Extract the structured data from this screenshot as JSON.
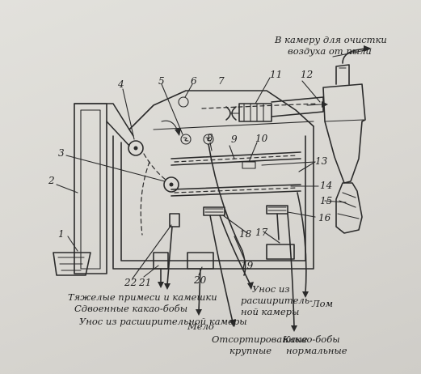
{
  "numbers": {
    "n1": "1",
    "n2": "2",
    "n3": "3",
    "n4": "4",
    "n5": "5",
    "n6": "6",
    "n7": "7",
    "n8": "8",
    "n9": "9",
    "n10": "10",
    "n11": "11",
    "n12": "12",
    "n13": "13",
    "n14": "14",
    "n15": "15",
    "n16": "16",
    "n17": "17",
    "n18": "18",
    "n19": "19",
    "n20": "20",
    "n21": "21",
    "n22": "22"
  },
  "captions": {
    "air_line1": "В камеру для очистки",
    "air_line2": "воздуха от пыли",
    "heavy": "Тяжелые примеси и камешки",
    "paired": "Сдвоенные какао-бобы",
    "carryover_expansion": "Унос из расширительной камеры",
    "fines": "Мело",
    "sorted_large": "Отсортированные",
    "sorted_large2": "крупные",
    "beans_normal": "Какао-бобы",
    "beans_normal2": "нормальные",
    "carryover2_line1": "Унос из",
    "carryover2_line2": "расширитель-",
    "carryover2_line3": "ной камеры",
    "scrap": "Лом"
  }
}
